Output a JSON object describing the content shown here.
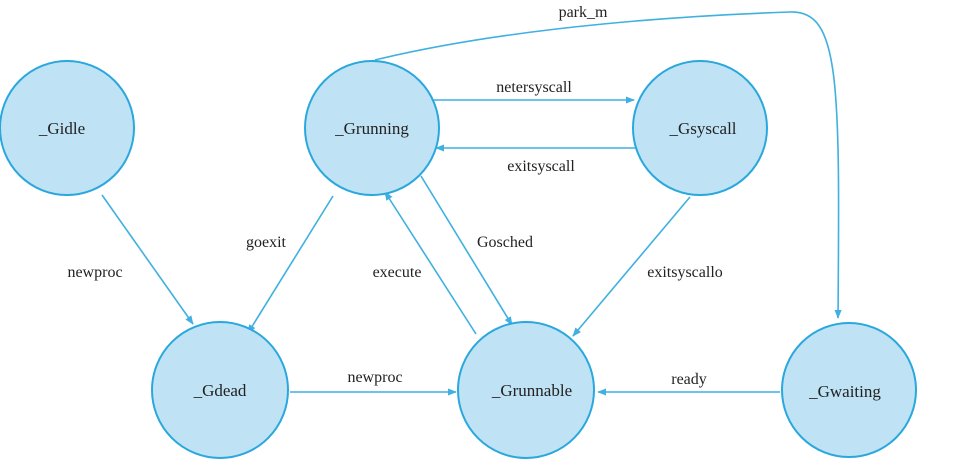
{
  "diagram": {
    "states": {
      "gidle": "_Gidle",
      "grunning": "_Grunning",
      "gsyscall": "_Gsyscall",
      "gdead": "_Gdead",
      "grunnable": "_Grunnable",
      "gwaiting": "_Gwaiting"
    },
    "transitions": {
      "park_m": "park_m",
      "netersyscall": "netersyscall",
      "exitsyscall": "exitsyscall",
      "goexit": "goexit",
      "newproc_idle": "newproc",
      "execute": "execute",
      "gosched": "Gosched",
      "exitsyscallo": "exitsyscallo",
      "newproc_dead": "newproc",
      "ready": "ready"
    },
    "colors": {
      "node_fill": "#bfe3f5",
      "node_stroke": "#2aa8dd",
      "edge": "#3fb0e0"
    }
  }
}
